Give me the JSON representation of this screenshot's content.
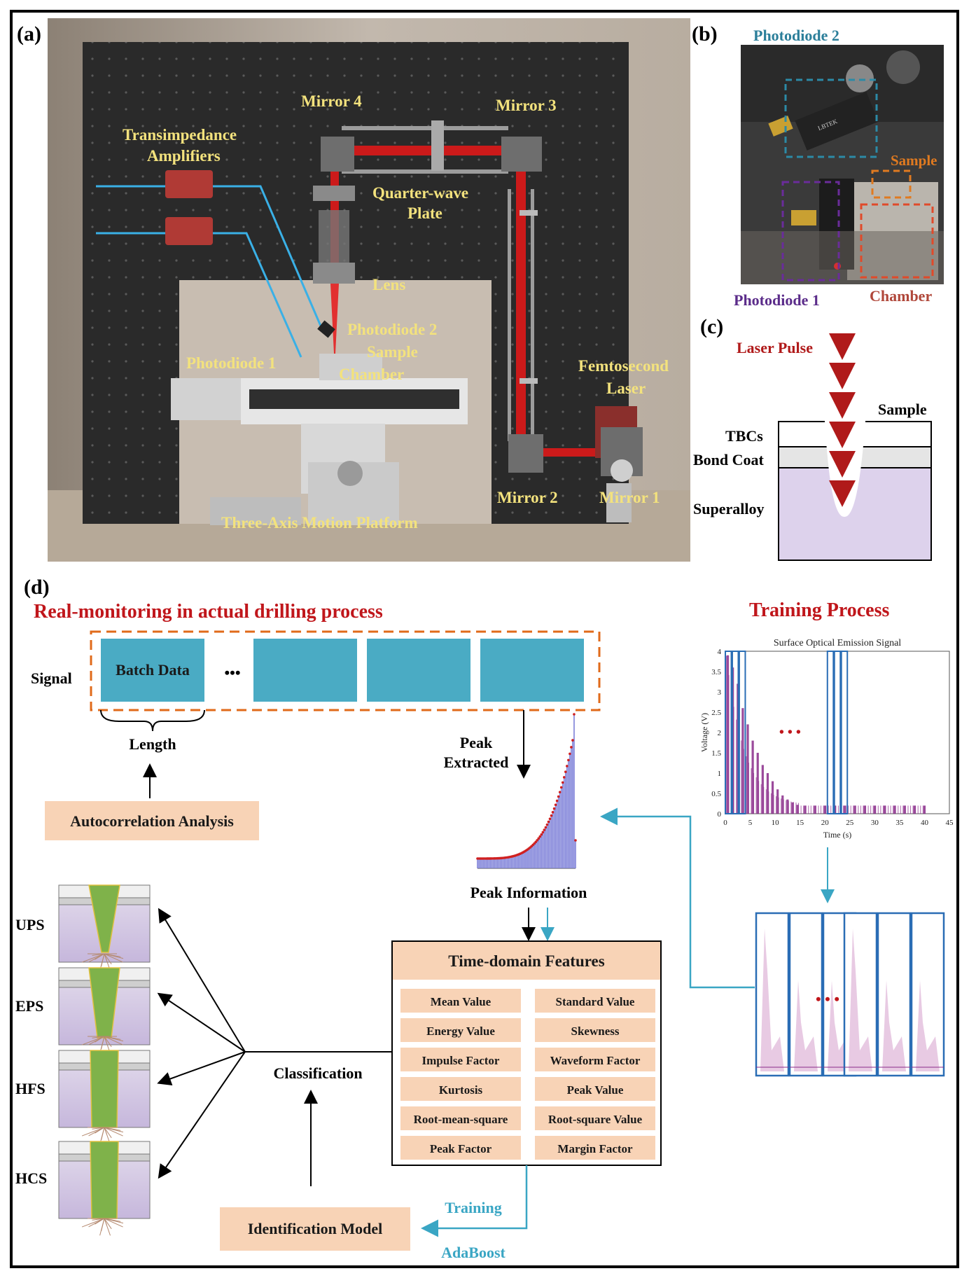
{
  "panels": {
    "a": "(a)",
    "b": "(b)",
    "c": "(c)",
    "d": "(d)"
  },
  "setup": {
    "mirror4": "Mirror 4",
    "mirror3": "Mirror 3",
    "mirror2": "Mirror 2",
    "mirror1": "Mirror 1",
    "transimpedance_line1": "Transimpedance",
    "transimpedance_line2": "Amplifiers",
    "quarterwave_line1": "Quarter-wave",
    "quarterwave_line2": "Plate",
    "lens": "Lens",
    "photodiode2": "Photodiode 2",
    "sample": "Sample",
    "chamber": "Chamber",
    "photodiode1": "Photodiode 1",
    "femto_line1": "Femtosecond",
    "femto_line2": "Laser",
    "platform": "Three-Axis Motion Platform"
  },
  "photo": {
    "photodiode2": "Photodiode 2",
    "sample": "Sample",
    "photodiode1": "Photodiode 1",
    "chamber": "Chamber",
    "sensor_text": "LBTEK"
  },
  "schematic": {
    "laser_pulse": "Laser Pulse",
    "sample": "Sample",
    "tbcs": "TBCs",
    "bond_coat": "Bond Coat",
    "superalloy": "Superalloy"
  },
  "workflow": {
    "realtime_title": "Real-monitoring in actual drilling process",
    "training_title": "Training Process",
    "signal_label": "Signal",
    "batch_data": "Batch Data",
    "ellipsis": "•••",
    "length": "Length",
    "autocorrelation": "Autocorrelation Analysis",
    "peak_extracted_line1": "Peak",
    "peak_extracted_line2": "Extracted",
    "peak_information": "Peak Information",
    "time_domain_title": "Time-domain Features",
    "features": [
      "Mean Value",
      "Standard Value",
      "Energy Value",
      "Skewness",
      "Impulse Factor",
      "Waveform Factor",
      "Kurtosis",
      "Peak Value",
      "Root-mean-square",
      "Root-square Value",
      "Peak Factor",
      "Margin Factor"
    ],
    "classification": "Classification",
    "identification_model": "Identification Model",
    "training": "Training",
    "adaboost": "AdaBoost",
    "classes": [
      "UPS",
      "EPS",
      "HFS",
      "HCS"
    ],
    "dots": "• • •"
  },
  "chart_data": {
    "type": "bar",
    "title": "Surface Optical Emission Signal",
    "xlabel": "Time (s)",
    "ylabel": "Voltage (V)",
    "xlim": [
      0,
      45
    ],
    "ylim": [
      0,
      4
    ],
    "xticks": [
      "0",
      "5",
      "10",
      "15",
      "20",
      "25",
      "30",
      "35",
      "40",
      "45"
    ],
    "yticks": [
      "0",
      "0.5",
      "1",
      "1.5",
      "2",
      "2.5",
      "3",
      "3.5",
      "4"
    ],
    "x": [
      0.5,
      1.5,
      2.5,
      3.5,
      4.5,
      5.5,
      6.5,
      7.5,
      8.5,
      9.5,
      10.5,
      11.5,
      12.5,
      13.5,
      14.5,
      16,
      18,
      20,
      22,
      24,
      26,
      28,
      30,
      32,
      34,
      36,
      38,
      40
    ],
    "values": [
      3.9,
      3.6,
      3.2,
      2.6,
      2.2,
      1.8,
      1.5,
      1.2,
      1.0,
      0.8,
      0.6,
      0.45,
      0.35,
      0.28,
      0.22,
      0.2,
      0.2,
      0.2,
      0.2,
      0.2,
      0.2,
      0.2,
      0.2,
      0.2,
      0.2,
      0.2,
      0.2,
      0.2
    ],
    "colors": {
      "bars": "#8a2a8a",
      "windows": "#2a6db5"
    }
  },
  "colors": {
    "red_title": "#c0161b",
    "teal": "#4aabc4",
    "peach": "#f8d3b6",
    "cyan_text": "#3aa6c4",
    "purple": "#5b2c8a",
    "orange": "#e06a1a",
    "crack_green": "#7fb24a"
  }
}
